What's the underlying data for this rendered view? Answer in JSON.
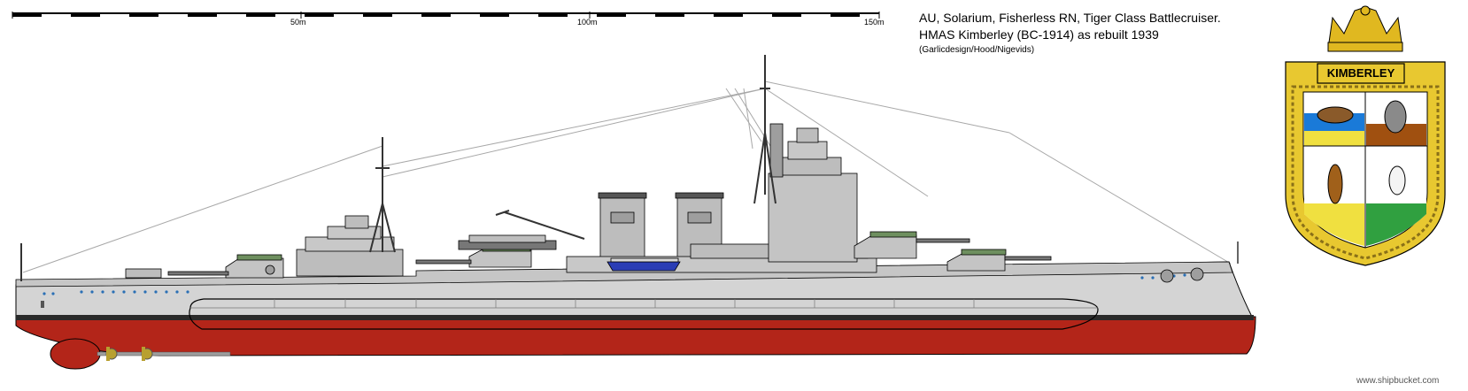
{
  "scale_bar": {
    "ticks": [
      "50m",
      "100m",
      "150m"
    ]
  },
  "title": {
    "line1": "AU, Solarium, Fisherless RN, Tiger Class Battlecruiser.",
    "line2": "HMAS Kimberley (BC-1914) as rebuilt 1939",
    "credit": "(Garlicdesign/Hood/Nigevids)"
  },
  "crest": {
    "name": "KIMBERLEY",
    "emblems": [
      "platypus-icon",
      "koala-icon",
      "kangaroo-icon",
      "cockatoo-icon"
    ]
  },
  "ship": {
    "hull_color": "#d4d4d4",
    "waterline_color": "#2a2a2a",
    "antifouling_color": "#b32519",
    "deck_color": "#9e9e9e",
    "turret_roof_color": "#6e8f5f",
    "boat_color": "#2a3db5"
  },
  "watermark": "www.shipbucket.com"
}
